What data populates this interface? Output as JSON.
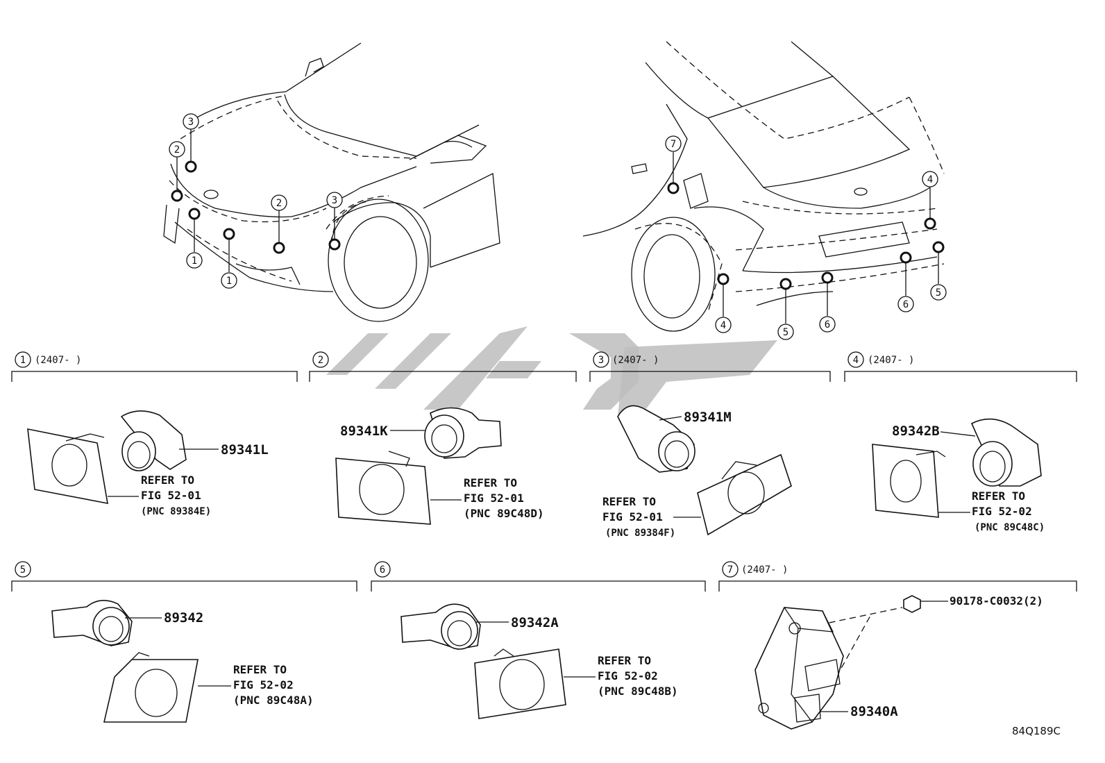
{
  "front_view": {
    "callouts": [
      "1",
      "1",
      "2",
      "2",
      "3",
      "3"
    ]
  },
  "rear_view": {
    "callouts": [
      "4",
      "4",
      "5",
      "5",
      "6",
      "6",
      "7"
    ]
  },
  "sections": [
    {
      "num": "1",
      "date": "(2407-      )",
      "part": "89341L",
      "refer": "REFER TO",
      "fig": "FIG 52-01",
      "pnc": "(PNC 89384E)"
    },
    {
      "num": "2",
      "date": "",
      "part": "89341K",
      "refer": "REFER TO",
      "fig": "FIG 52-01",
      "pnc": "(PNC 89C48D)"
    },
    {
      "num": "3",
      "date": "(2407-      )",
      "part": "89341M",
      "refer": "REFER TO",
      "fig": "FIG 52-01",
      "pnc": "(PNC 89384F)"
    },
    {
      "num": "4",
      "date": "(2407-      )",
      "part": "89342B",
      "refer": "REFER TO",
      "fig": "FIG 52-02",
      "pnc": "(PNC 89C48C)"
    },
    {
      "num": "5",
      "date": "",
      "part": "89342",
      "refer": "REFER TO",
      "fig": "FIG 52-02",
      "pnc": "(PNC 89C48A)"
    },
    {
      "num": "6",
      "date": "",
      "part": "89342A",
      "refer": "REFER TO",
      "fig": "FIG 52-02",
      "pnc": "(PNC 89C48B)"
    },
    {
      "num": "7",
      "date": "(2407-      )",
      "part": "89340A",
      "bolt": "90178-C0032(2)"
    }
  ],
  "figure_code": "84Q189C"
}
